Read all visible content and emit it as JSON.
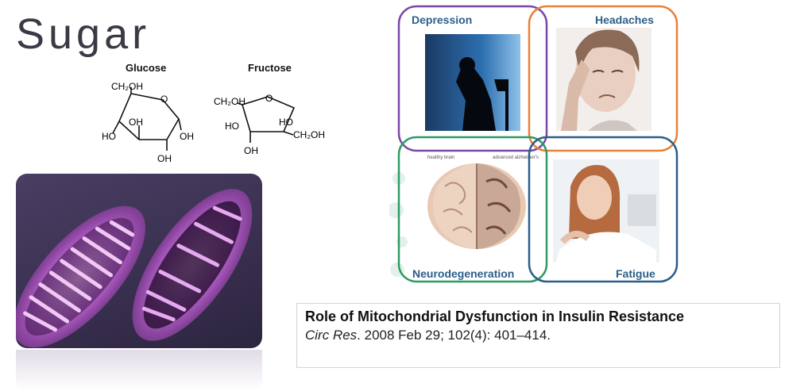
{
  "title": "Sugar",
  "molecules": {
    "glucose": {
      "name": "Glucose",
      "labels": {
        "ch2oh": "CH₂OH",
        "oh_top": "OH",
        "ho_left": "HO",
        "oh_right": "OH",
        "oh_bottom": "OH",
        "ring_o": "O"
      }
    },
    "fructose": {
      "name": "Fructose",
      "labels": {
        "ch2oh_left": "CH₂OH",
        "ho_left": "HO",
        "ho_right": "HO",
        "ch2oh_right": "CH₂OH",
        "oh_bottom": "OH",
        "ring_o": "O"
      }
    }
  },
  "symptoms": {
    "depression": {
      "label": "Depression",
      "color": "#7b47a6"
    },
    "headaches": {
      "label": "Headaches",
      "color": "#e8823a"
    },
    "neurodegeneration": {
      "label": "Neurodegeneration",
      "color": "#2f9a63"
    },
    "fatigue": {
      "label": "Fatigue",
      "color": "#2a5f8a"
    }
  },
  "brain": {
    "left_caption": "healthy brain",
    "right_caption": "advanced alzheimer's"
  },
  "citation": {
    "title": "Role of Mitochondrial Dysfunction in Insulin Resistance",
    "journal": "Circ Res",
    "details": ". 2008 Feb 29; 102(4): 401–414."
  }
}
